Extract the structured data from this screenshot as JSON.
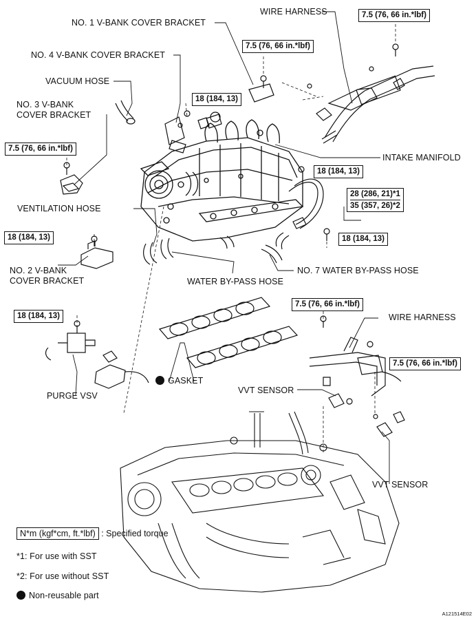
{
  "labels": {
    "wire_harness_top": "WIRE HARNESS",
    "no1_bracket": "NO. 1 V-BANK COVER BRACKET",
    "no4_bracket": "NO. 4 V-BANK COVER BRACKET",
    "vacuum_hose": "VACUUM HOSE",
    "no3_bracket_l1": "NO. 3 V-BANK",
    "no3_bracket_l2": "COVER BRACKET",
    "intake_manifold": "INTAKE MANIFOLD",
    "ventilation_hose": "VENTILATION HOSE",
    "no2_bracket_l1": "NO. 2 V-BANK",
    "no2_bracket_l2": "COVER BRACKET",
    "water_bypass_hose": "WATER BY-PASS HOSE",
    "no7_water_bypass": "NO. 7 WATER BY-PASS HOSE",
    "wire_harness_mid": "WIRE HARNESS",
    "gasket": "GASKET",
    "purge_vsv": "PURGE VSV",
    "vvt_sensor_1": "VVT SENSOR",
    "vvt_sensor_2": "VVT SENSOR"
  },
  "torques": {
    "t_top_right": "7.5 (76, 66 in.*lbf)",
    "t_no1": "7.5 (76, 66 in.*lbf)",
    "t_18_upper": "18 (184, 13)",
    "t_left_75": "7.5 (76, 66 in.*lbf)",
    "t_18_right": "18 (184, 13)",
    "t_28": "28 (286, 21)*1",
    "t_35": "35 (357, 26)*2",
    "t_18_left": "18 (184, 13)",
    "t_18_right_low": "18 (184, 13)",
    "t_18_purge": "18 (184, 13)",
    "t_mid_75": "7.5 (76, 66 in.*lbf)",
    "t_vvt_75": "7.5 (76, 66 in.*lbf)"
  },
  "legend": {
    "torque_box": "N*m (kgf*cm, ft.*lbf)",
    "torque_desc": ": Specified torque",
    "note1": "*1: For use with SST",
    "note2": "*2: For use without SST",
    "nonreusable": "Non-reusable part"
  },
  "figure_code": "A121514E02"
}
